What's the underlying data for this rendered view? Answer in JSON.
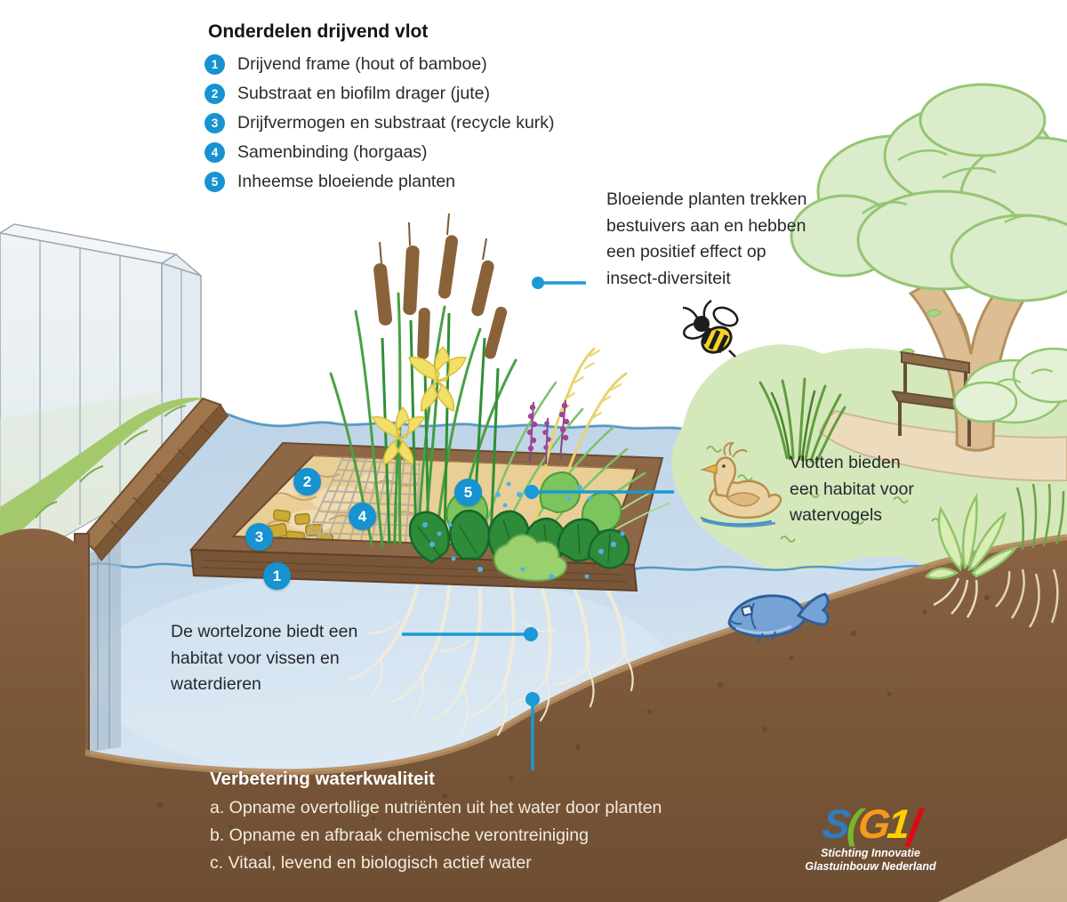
{
  "legend": {
    "title": "Onderdelen drijvend vlot",
    "items": [
      {
        "number": "1",
        "text": "Drijvend frame (hout of bamboe)"
      },
      {
        "number": "2",
        "text": "Substraat en biofilm drager (jute)"
      },
      {
        "number": "3",
        "text": "Drijfvermogen en substraat (recycle kurk)"
      },
      {
        "number": "4",
        "text": "Samenbinding (horgaas)"
      },
      {
        "number": "5",
        "text": "Inheemse bloeiende planten"
      }
    ]
  },
  "annotations": {
    "pollinators": {
      "lines": [
        "Bloeiende planten trekken",
        "bestuivers aan en hebben",
        "een positief effect op",
        "insect-diversiteit"
      ]
    },
    "waterbirds": {
      "lines": [
        "Vlotten bieden",
        "een habitat voor",
        "watervogels"
      ]
    },
    "rootzone": {
      "lines": [
        "De wortelzone biedt een",
        "habitat voor vissen en",
        "waterdieren"
      ]
    }
  },
  "water_quality": {
    "title": "Verbetering waterkwaliteit",
    "items": [
      "a. Opname overtollige nutriënten uit het water door planten",
      "b. Opname en afbraak chemische verontreiniging",
      "c. Vitaal, levend en biologisch actief water"
    ]
  },
  "raft_markers": [
    "1",
    "2",
    "3",
    "4",
    "5"
  ],
  "logo": {
    "letters": [
      "S",
      "(",
      "G",
      "1",
      "|"
    ],
    "org_lines": [
      "Stichting Innovatie",
      "Glastuinbouw Nederland"
    ]
  },
  "colors": {
    "badge_blue": "#1693d0",
    "callout_blue": "#1a9ad6",
    "water": "#c4d8e9",
    "soil_brown": "#7b5839",
    "logo_s": "#2f7cc0",
    "logo_i": "#76b82a",
    "logo_g": "#f49b1c",
    "logo_n": "#fdd000",
    "logo_accent": "#e30613"
  }
}
